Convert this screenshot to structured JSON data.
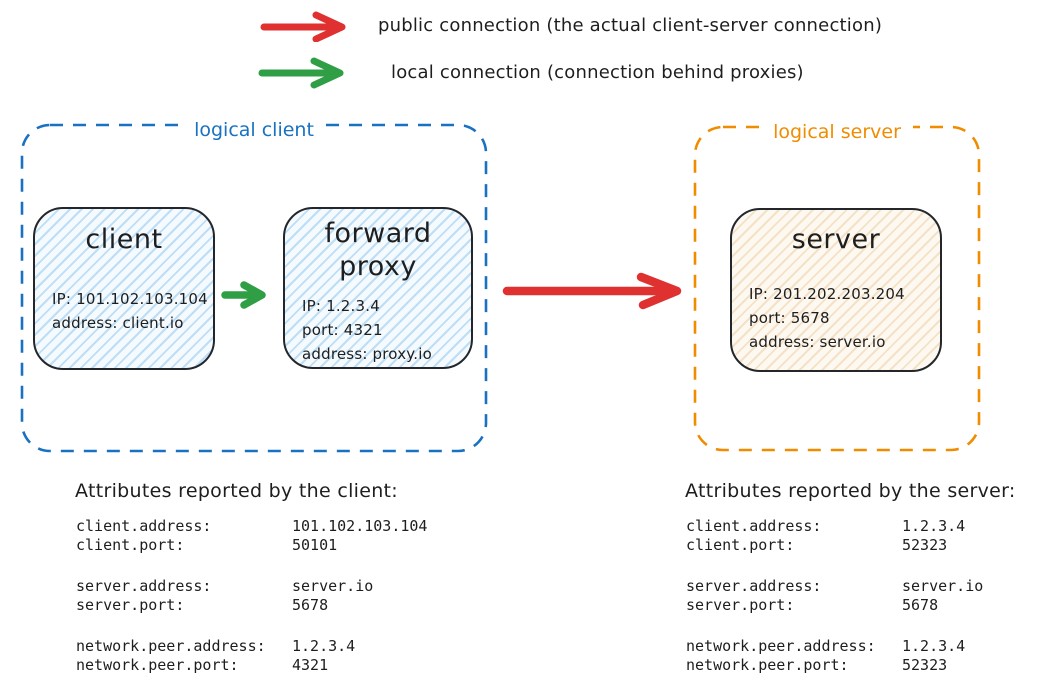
{
  "legend": {
    "public": {
      "label": "public connection (the actual client-server connection)",
      "color": "#e03131"
    },
    "local": {
      "label": "local connection (connection behind proxies)",
      "color": "#2f9e44"
    }
  },
  "diagram": {
    "logical_client": {
      "label": "logical client",
      "outline_color": "#1971c2",
      "client_node": {
        "title": "client",
        "lines": [
          "IP: 101.102.103.104",
          "address: client.io"
        ]
      },
      "proxy_node": {
        "title": "forward proxy",
        "lines": [
          "IP: 1.2.3.4",
          "port: 4321",
          "address: proxy.io"
        ]
      }
    },
    "logical_server": {
      "label": "logical server",
      "outline_color": "#f08c00",
      "server_node": {
        "title": "server",
        "lines": [
          "IP: 201.202.203.204",
          "port: 5678",
          "address: server.io"
        ]
      }
    }
  },
  "client_attributes": {
    "heading": "Attributes reported by the client:",
    "rows": [
      {
        "key": "client.address:",
        "value": "101.102.103.104"
      },
      {
        "key": "client.port:",
        "value": "50101"
      },
      {
        "key": "server.address:",
        "value": "server.io"
      },
      {
        "key": "server.port:",
        "value": "5678"
      },
      {
        "key": "network.peer.address:",
        "value": "1.2.3.4"
      },
      {
        "key": "network.peer.port:",
        "value": "4321"
      }
    ]
  },
  "server_attributes": {
    "heading": "Attributes reported by the server:",
    "rows": [
      {
        "key": "client.address:",
        "value": "1.2.3.4"
      },
      {
        "key": "client.port:",
        "value": "52323"
      },
      {
        "key": "server.address:",
        "value": "server.io"
      },
      {
        "key": "server.port:",
        "value": "5678"
      },
      {
        "key": "network.peer.address:",
        "value": "1.2.3.4"
      },
      {
        "key": "network.peer.port:",
        "value": "52323"
      }
    ]
  }
}
